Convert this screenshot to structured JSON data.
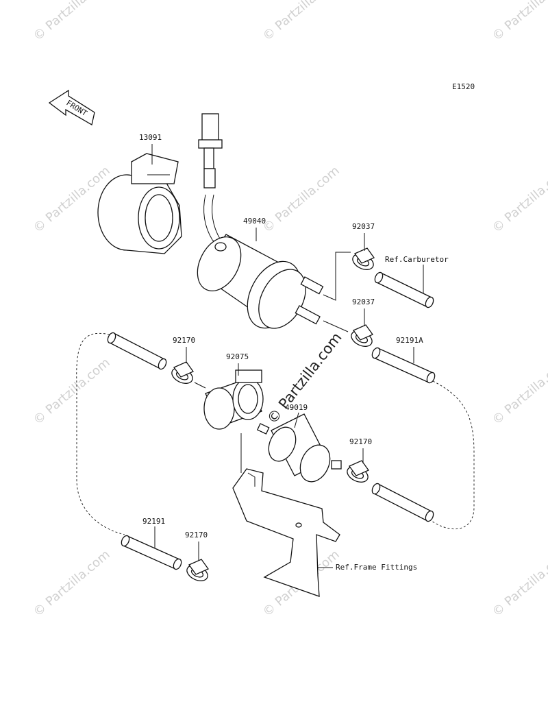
{
  "diagram": {
    "code": "E1520",
    "front_label": "FRONT",
    "parts": [
      {
        "id": "13091"
      },
      {
        "id": "49040"
      },
      {
        "id": "92037a",
        "label": "92037"
      },
      {
        "id": "92037b",
        "label": "92037"
      },
      {
        "id": "92170a",
        "label": "92170"
      },
      {
        "id": "92075"
      },
      {
        "id": "92191A"
      },
      {
        "id": "49019"
      },
      {
        "id": "92170b",
        "label": "92170"
      },
      {
        "id": "92191"
      },
      {
        "id": "92170c",
        "label": "92170"
      }
    ],
    "refs": {
      "carburetor": "Ref.Carburetor",
      "frame": "Ref.Frame Fittings"
    },
    "watermark": "© Partzilla.com",
    "center_watermark": "© Partzilla.com"
  }
}
